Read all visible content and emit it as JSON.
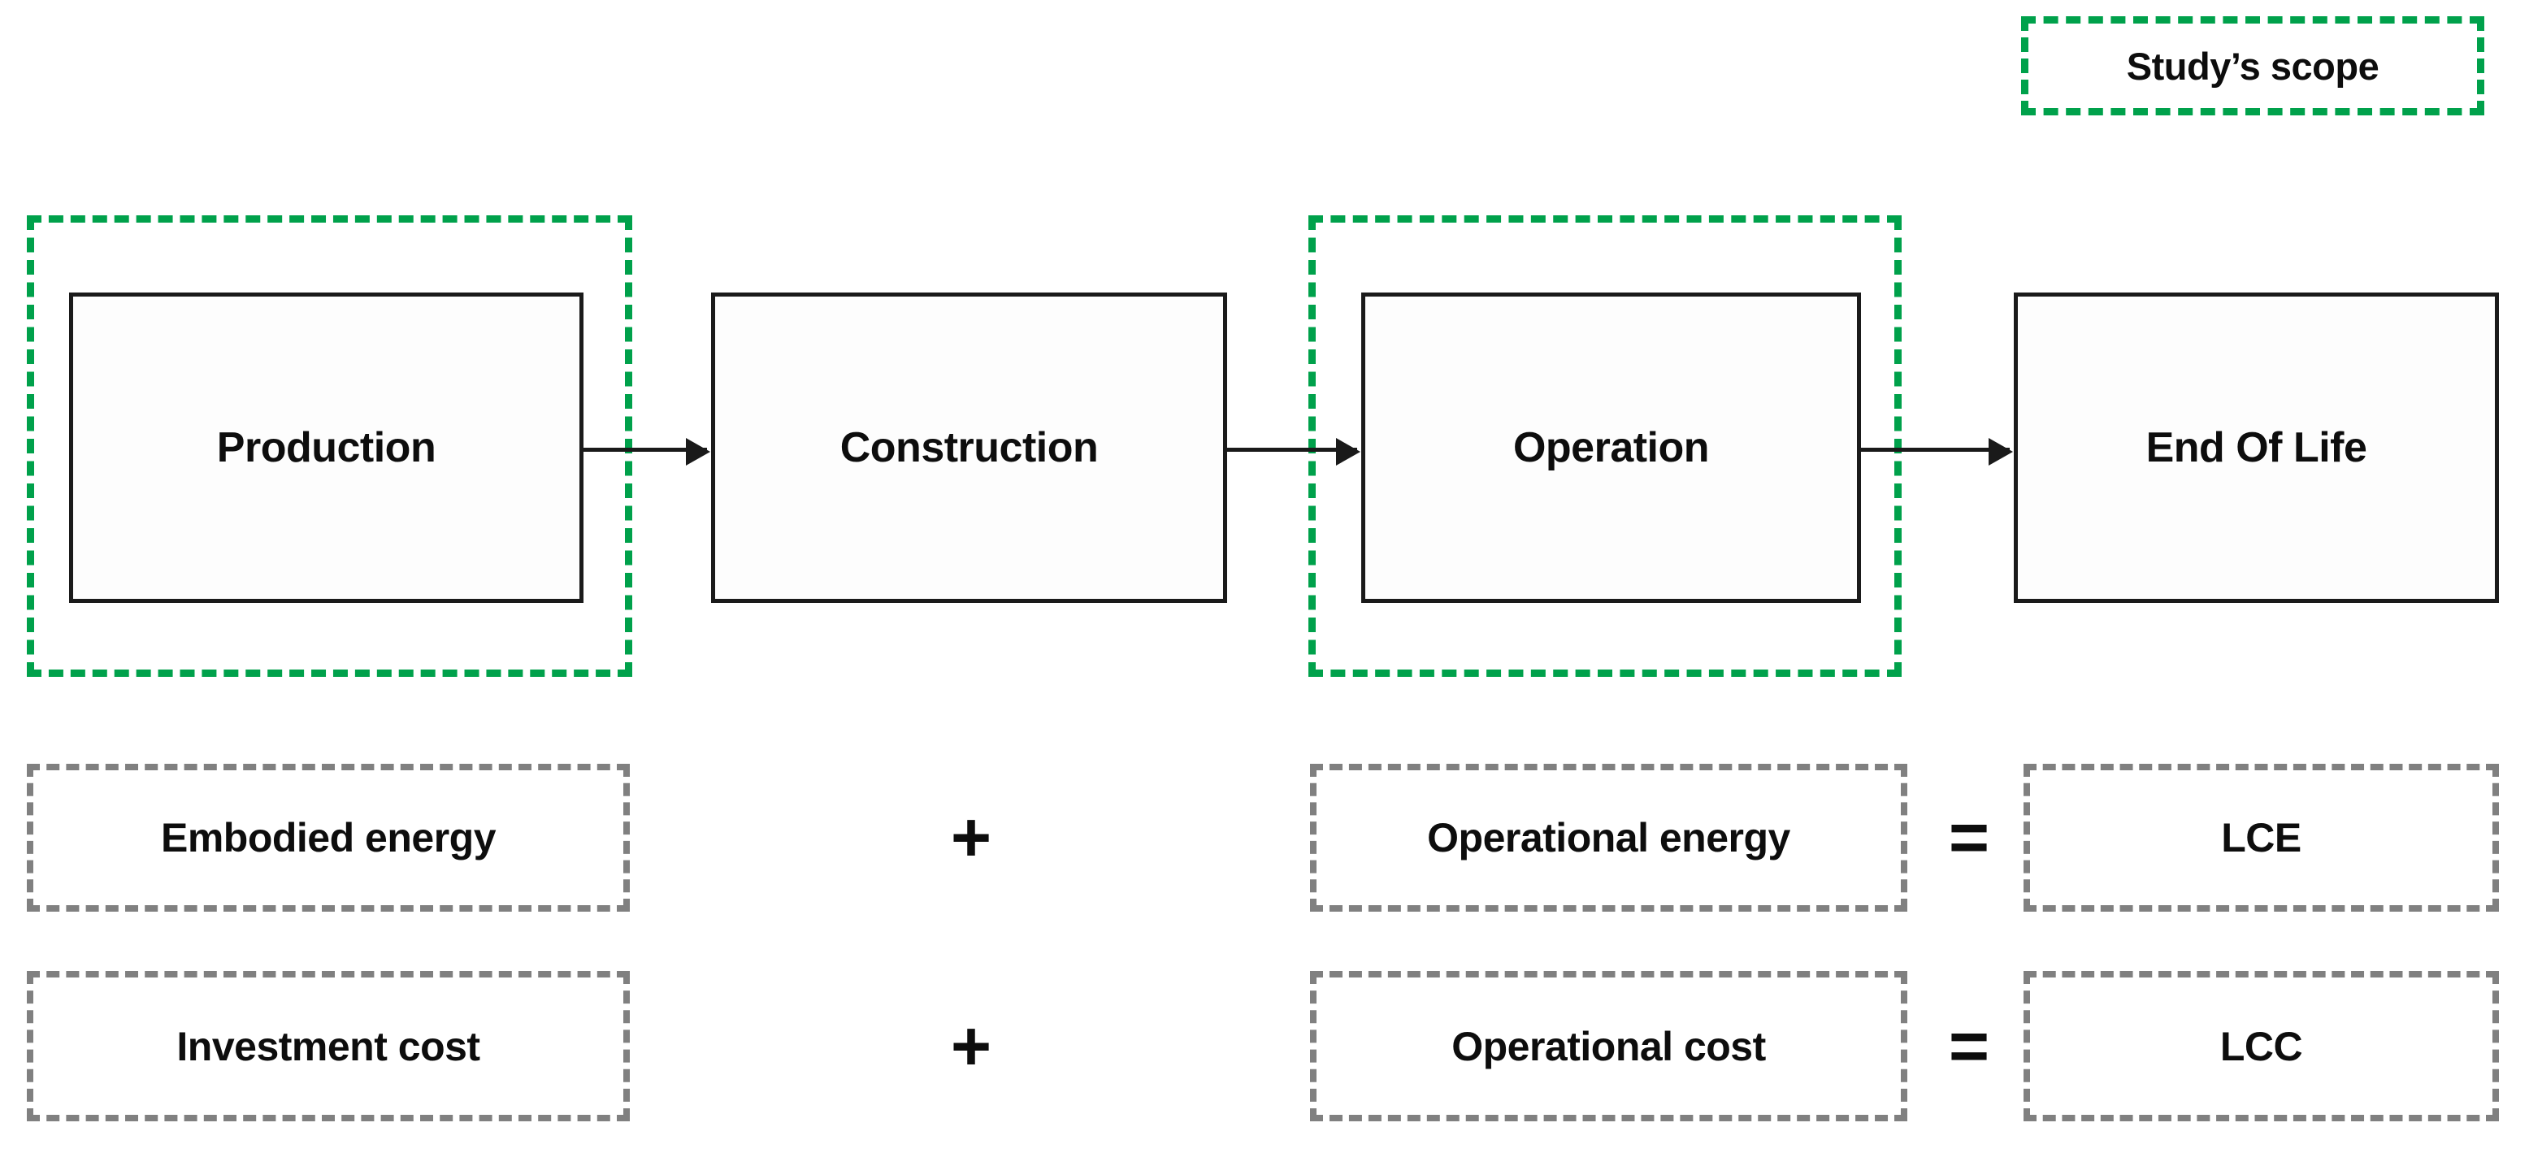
{
  "legend": {
    "label": "Study’s scope",
    "border_color": "#00a14b"
  },
  "lifecycle": {
    "stages": [
      {
        "label": "Production",
        "in_scope": true
      },
      {
        "label": "Construction",
        "in_scope": false
      },
      {
        "label": "Operation",
        "in_scope": true
      },
      {
        "label": "End Of Life",
        "in_scope": false
      }
    ],
    "arrows": 3,
    "box_border_color": "#1a1a1a"
  },
  "equations": [
    {
      "left_term": "Embodied energy",
      "operator_add": "+",
      "right_term": "Operational energy",
      "operator_eq": "=",
      "result": "LCE"
    },
    {
      "left_term": "Investment cost",
      "operator_add": "+",
      "right_term": "Operational cost",
      "operator_eq": "=",
      "result": "LCC"
    }
  ],
  "colors": {
    "scope_green": "#00a14b",
    "metric_grey": "#808080",
    "text_black": "#0d0d0d",
    "background": "#ffffff"
  }
}
